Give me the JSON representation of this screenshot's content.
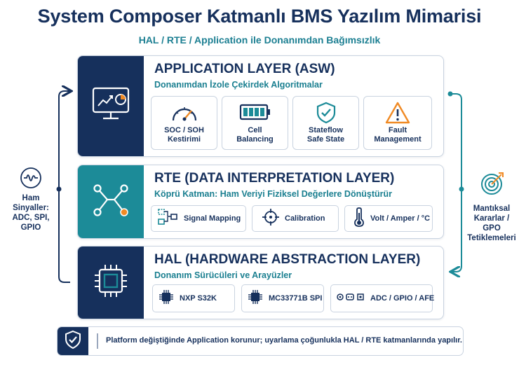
{
  "header": {
    "title": "System Composer Katmanlı BMS Yazılım Mimarisi",
    "subtitle": "HAL / RTE / Application ile Donanımdan Bağımsızlık"
  },
  "layers": {
    "application": {
      "title": "APPLICATION LAYER (ASW)",
      "subtitle": "Donanımdan İzole Çekirdek Algoritmalar",
      "band_color": "#16305c",
      "icon": "monitor-chart-icon",
      "cards": [
        {
          "label1": "SOC / SOH",
          "label2": "Kestirimi",
          "icon": "gauge-icon"
        },
        {
          "label1": "Cell",
          "label2": "Balancing",
          "icon": "battery-icon"
        },
        {
          "label1": "Stateflow",
          "label2": "Safe State",
          "icon": "shield-check-icon"
        },
        {
          "label1": "Fault",
          "label2": "Management",
          "icon": "warning-icon"
        }
      ]
    },
    "rte": {
      "title": "RTE (DATA INTERPRETATION LAYER)",
      "subtitle": "Köprü Katman: Ham Veriyi Fiziksel Değerlere Dönüştürür",
      "band_color": "#1c8b98",
      "icon": "network-nodes-icon",
      "items": [
        {
          "label": "Signal Mapping",
          "icon": "signal-mapping-icon"
        },
        {
          "label": "Calibration",
          "icon": "crosshair-icon"
        },
        {
          "label": "Volt / Amper / °C",
          "icon": "thermometer-icon"
        }
      ]
    },
    "hal": {
      "title": "HAL (HARDWARE ABSTRACTION LAYER)",
      "subtitle": "Donanım Sürücüleri ve Arayüzler",
      "band_color": "#16305c",
      "icon": "chip-icon",
      "items": [
        {
          "label": "NXP S32K",
          "icon": "chip-icon"
        },
        {
          "label": "MC33771B SPI",
          "icon": "chip-icon"
        },
        {
          "label": "ADC / GPIO / AFE",
          "icon": "io-ports-icon"
        }
      ]
    }
  },
  "left_side": {
    "icon": "waveform-icon",
    "lines": [
      "Ham",
      "Sinyaller:",
      "ADC, SPI,",
      "GPIO"
    ]
  },
  "right_side": {
    "icon": "target-icon",
    "lines": [
      "Mantıksal",
      "Kararlar /",
      "GPO",
      "Tetiklemeleri"
    ]
  },
  "footer": {
    "icon": "shield-check-icon",
    "text": "Platform değiştiğinde Application korunur; uyarlama çoğunlukla HAL / RTE katmanlarında yapılır."
  },
  "colors": {
    "navy": "#16305c",
    "teal": "#1c8b98",
    "accent_orange": "#f08a24",
    "border": "#c9d3e0"
  }
}
